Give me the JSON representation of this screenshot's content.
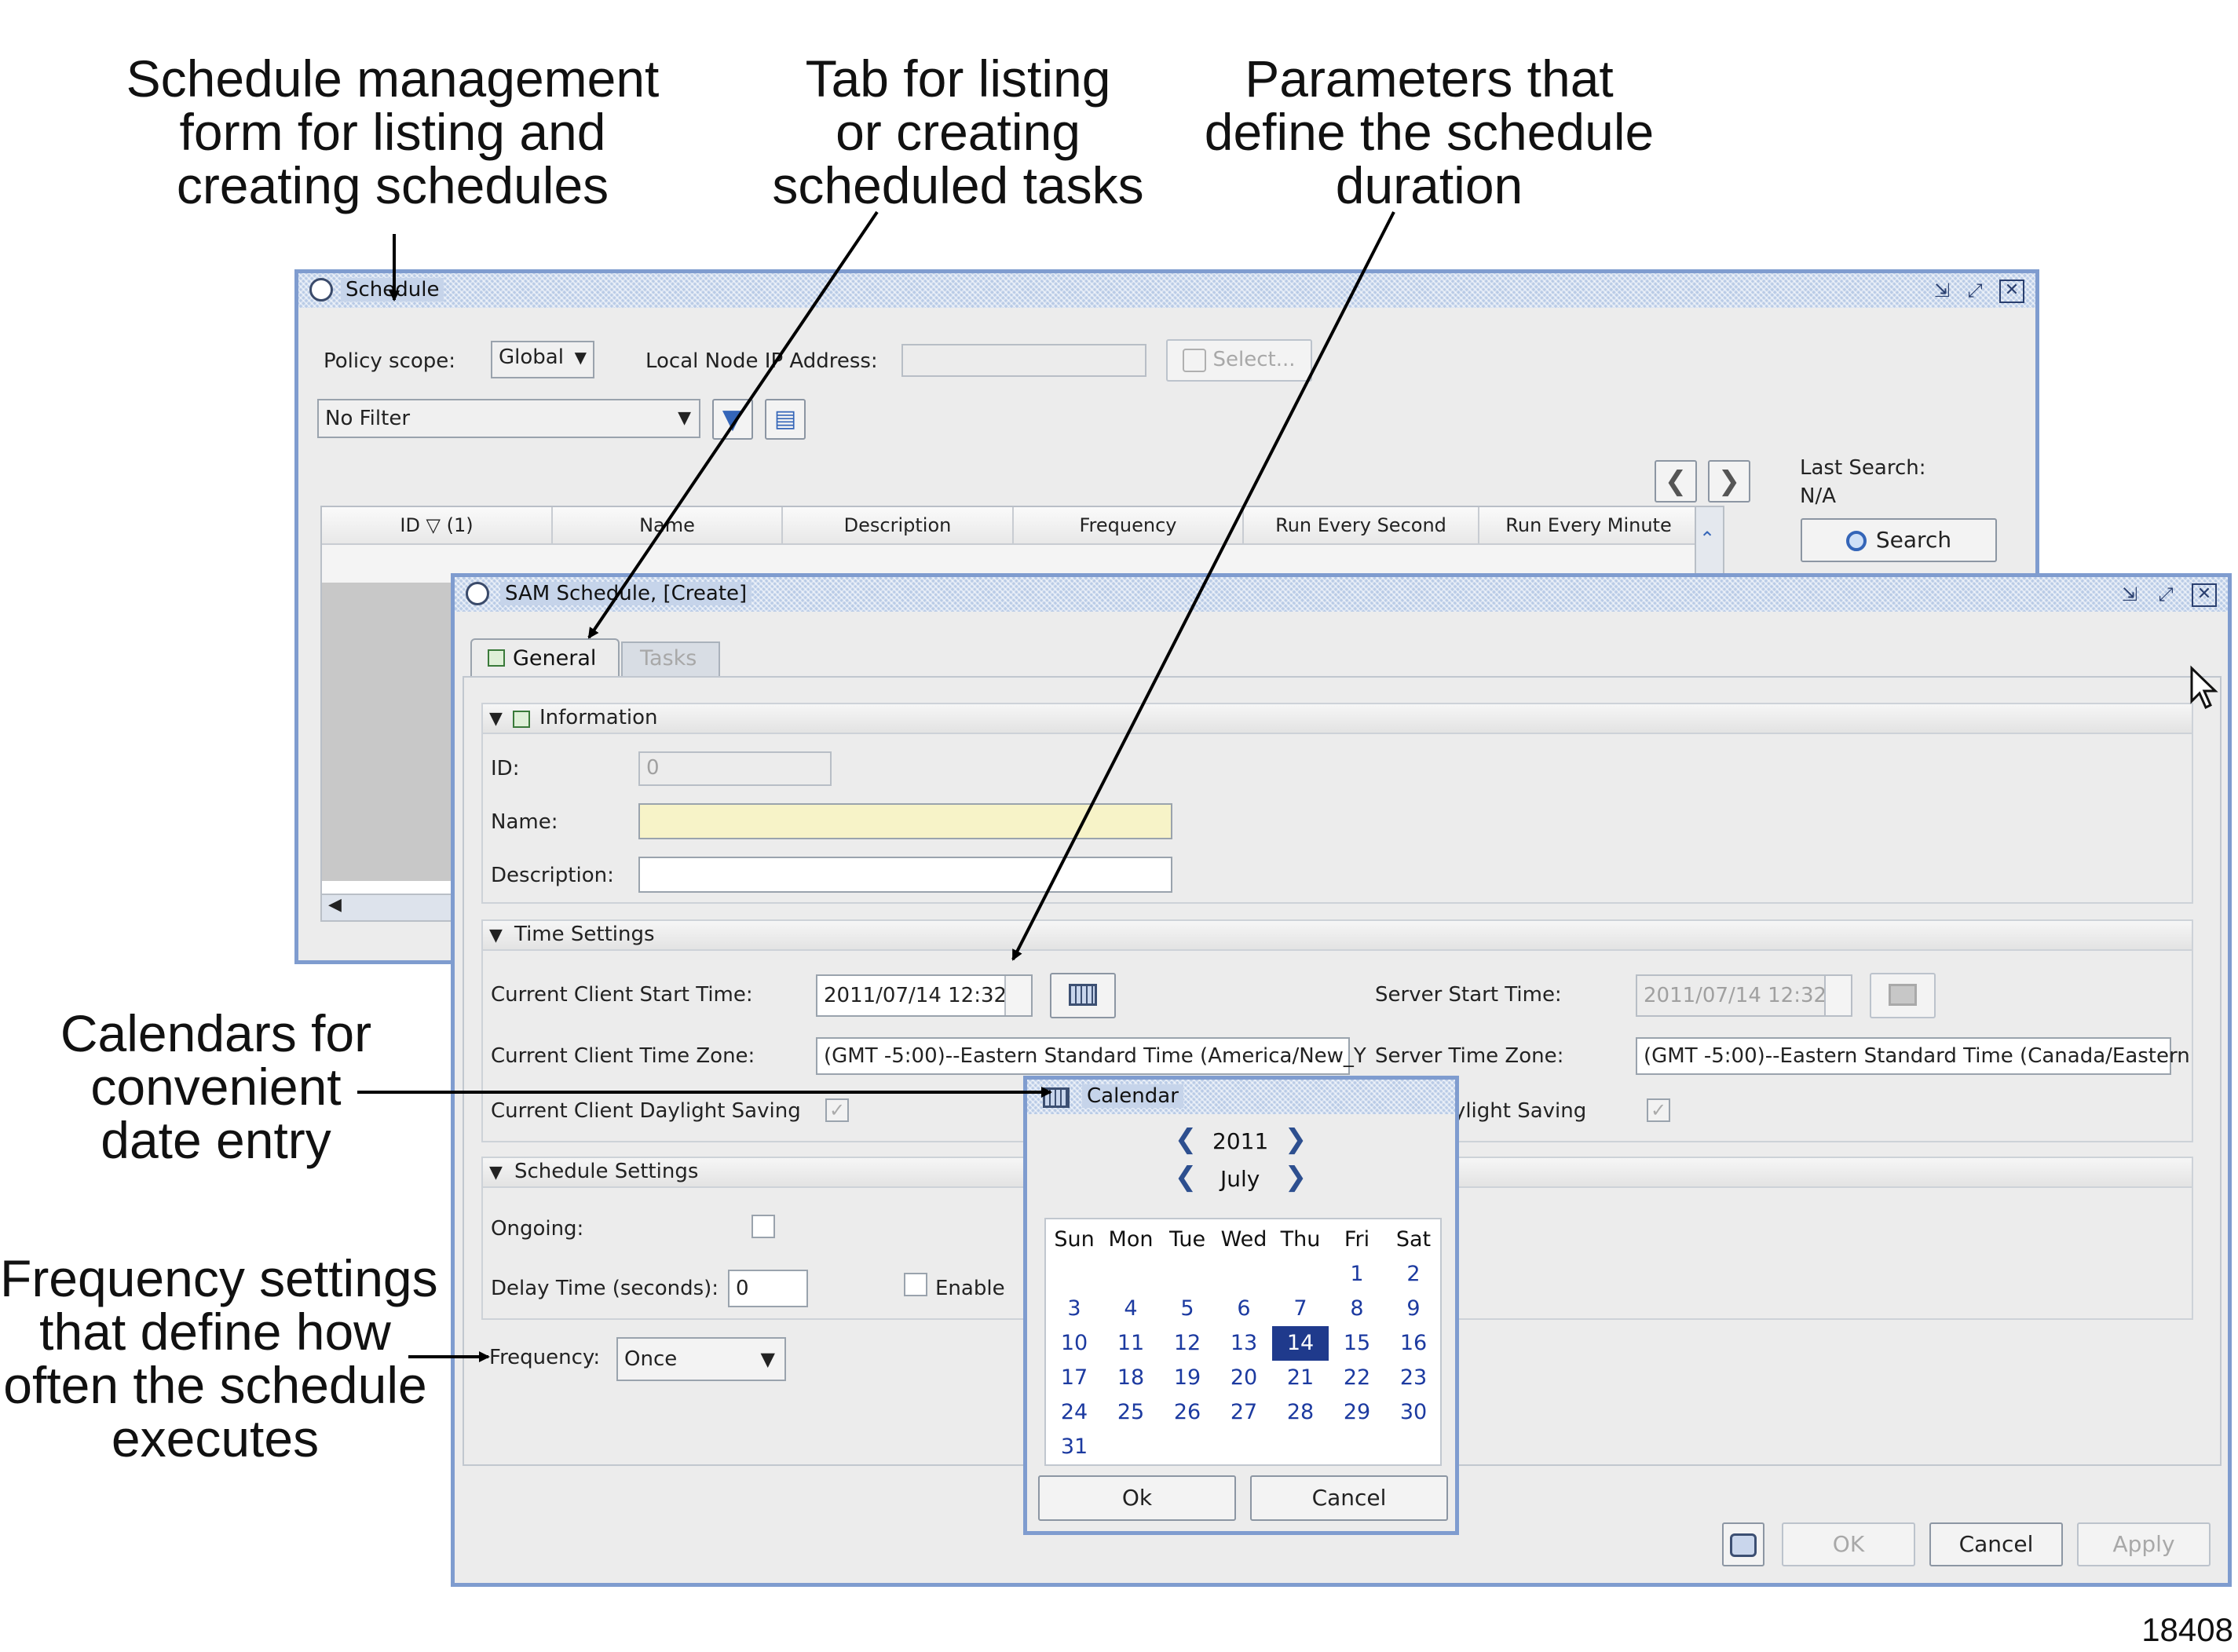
{
  "callouts": {
    "schedule_form": [
      "Schedule management",
      "form for listing and",
      "creating schedules"
    ],
    "tab": [
      "Tab for listing",
      "or creating",
      "scheduled tasks"
    ],
    "parameters": [
      "Parameters that",
      "define the schedule",
      "duration"
    ],
    "calendars": [
      "Calendars for",
      "convenient",
      "date entry"
    ],
    "frequency": [
      "Frequency settings",
      "that define how",
      "often the schedule",
      "executes"
    ],
    "figure_number": "18408"
  },
  "schedule_window": {
    "title": "Schedule",
    "policy_scope_label": "Policy scope:",
    "policy_scope_value": "Global",
    "local_node_label": "Local Node IP Address:",
    "local_node_value": "",
    "select_button": "Select...",
    "filter_value": "No Filter",
    "last_search_label": "Last Search:",
    "last_search_value": "N/A",
    "search_button": "Search",
    "columns": [
      "ID ▽ (1)",
      "Name",
      "Description",
      "Frequency",
      "Run Every Second",
      "Run Every Minute"
    ]
  },
  "create_window": {
    "title": "SAM Schedule, [Create]",
    "tabs": [
      {
        "label": "General",
        "active": true
      },
      {
        "label": "Tasks",
        "active": false
      }
    ],
    "information": {
      "header": "Information",
      "id_label": "ID:",
      "id_value": "0",
      "name_label": "Name:",
      "name_value": "",
      "description_label": "Description:",
      "description_value": ""
    },
    "time_settings": {
      "header": "Time Settings",
      "client_start_label": "Current Client Start Time:",
      "client_start_value": "2011/07/14 12:32",
      "client_tz_label": "Current Client Time Zone:",
      "client_tz_value": "(GMT -5:00)--Eastern Standard Time (America/New_Y",
      "client_dst_label": "Current Client Daylight Saving",
      "client_dst_checked": true,
      "server_start_label": "Server Start Time:",
      "server_start_value": "2011/07/14 12:32",
      "server_tz_label": "Server Time Zone:",
      "server_tz_value": "(GMT -5:00)--Eastern Standard Time (Canada/Eastern",
      "server_dst_label": "aylight Saving",
      "server_dst_checked": true
    },
    "schedule_settings": {
      "header": "Schedule Settings",
      "ongoing_label": "Ongoing:",
      "ongoing_checked": false,
      "delay_label": "Delay Time (seconds):",
      "delay_value": "0",
      "enable_label": "Enable",
      "enable_checked": false
    },
    "frequency_label": "Frequency:",
    "frequency_value": "Once",
    "buttons": {
      "ok": "OK",
      "cancel": "Cancel",
      "apply": "Apply"
    }
  },
  "calendar": {
    "title": "Calendar",
    "year": "2011",
    "month": "July",
    "weekdays": [
      "Sun",
      "Mon",
      "Tue",
      "Wed",
      "Thu",
      "Fri",
      "Sat"
    ],
    "first_weekday_index": 5,
    "days_in_month": 31,
    "selected_day": 14,
    "ok_button": "Ok",
    "cancel_button": "Cancel"
  },
  "colors": {
    "window_border": "#7f9ccf",
    "titlebar": "#b9cbe6",
    "required_field": "#f7f3c8",
    "selected_day": "#1f3a8c",
    "day_text": "#1c3aa0"
  },
  "icons": [
    "clock-icon",
    "restore-icon",
    "maximize-icon",
    "close-icon",
    "dropdown-arrow-icon",
    "filter-icon",
    "filter-edit-icon",
    "chevron-left-icon",
    "chevron-right-icon",
    "magnifier-icon",
    "scroll-up-icon",
    "general-tab-icon",
    "collapse-triangle-icon",
    "calendar-icon",
    "mouse-cursor-icon",
    "binoculars-icon"
  ]
}
